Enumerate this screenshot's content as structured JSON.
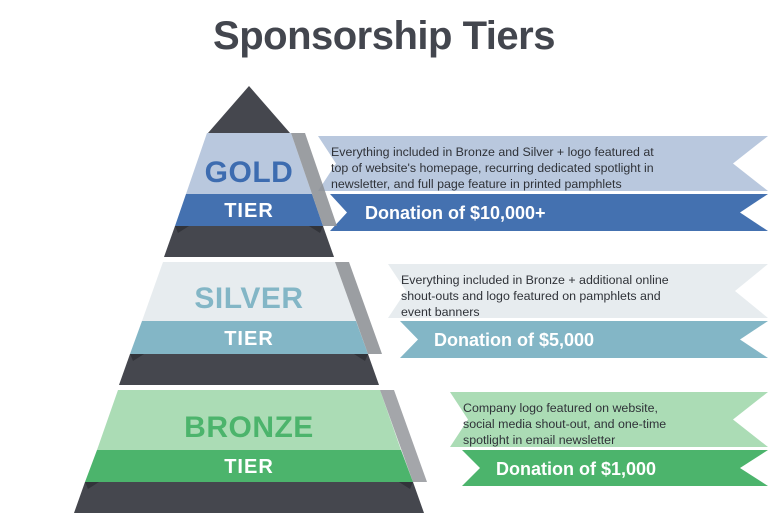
{
  "title": "Sponsorship Tiers",
  "colors": {
    "title": "#43464e",
    "dark": "#45474e",
    "dark_edge": "#3a3c42",
    "pyramid_edge": "#8a8d92",
    "gold_light": "#b9c8de",
    "gold_dark": "#4471b0",
    "gold_text": "#3d6cb0",
    "gold_banner_light": "#b9c8de",
    "gold_banner_dark": "#4471b0",
    "silver_light": "#e7ecef",
    "silver_dark": "#83b6c6",
    "silver_text": "#83b6c6",
    "bronze_light": "#abdcb5",
    "bronze_dark": "#4cb46c",
    "bronze_text": "#4cb46c",
    "white": "#ffffff"
  },
  "tiers": [
    {
      "id": "gold",
      "name": "GOLD",
      "tier_word": "TIER",
      "description_lines": [
        "Everything included in Bronze and Silver + logo featured at",
        "top of website's homepage, recurring dedicated spotlight in",
        "newsletter, and full page feature in printed pamphlets"
      ],
      "donation": "Donation of $10,000+"
    },
    {
      "id": "silver",
      "name": "SILVER",
      "tier_word": "TIER",
      "description_lines": [
        "Everything included in Bronze + additional online",
        "shout-outs and logo featured on pamphlets and",
        "event banners"
      ],
      "donation": "Donation of $5,000"
    },
    {
      "id": "bronze",
      "name": "BRONZE",
      "tier_word": "TIER",
      "description_lines": [
        "Company logo featured on website,",
        "social media shout-out, and one-time",
        "spotlight in email newsletter"
      ],
      "donation": "Donation of $1,000"
    }
  ]
}
